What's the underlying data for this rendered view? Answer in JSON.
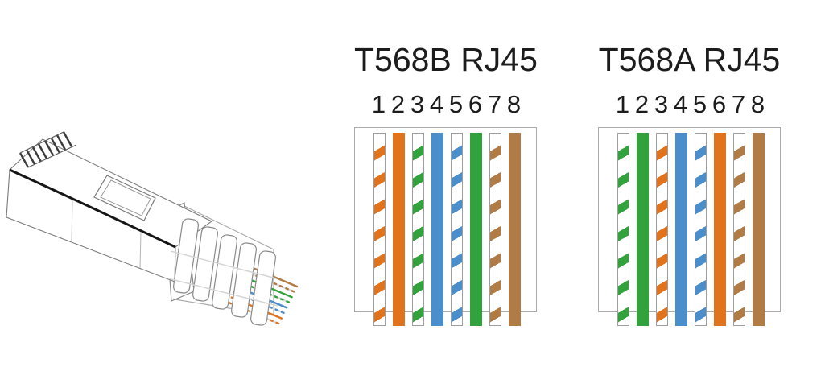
{
  "page": {
    "background": "#ffffff"
  },
  "colors": {
    "orange": "#E2731D",
    "green": "#31A23C",
    "blue": "#4A8FCB",
    "brown": "#B07B44",
    "wire_outline": "#9E9E9E",
    "box_border": "#ABABAB",
    "text": "#1C1C1C",
    "line_art": "#6A6A6A"
  },
  "connector": {
    "label": "rj45-plug-with-strain-relief-boot",
    "exit_wires": [
      {
        "name": "brown",
        "striped": false,
        "color": "#B07B44"
      },
      {
        "name": "white-brown",
        "striped": true,
        "color": "#B07B44"
      },
      {
        "name": "green",
        "striped": false,
        "color": "#31A23C"
      },
      {
        "name": "white-green",
        "striped": true,
        "color": "#31A23C"
      },
      {
        "name": "blue",
        "striped": false,
        "color": "#4A8FCB"
      },
      {
        "name": "white-blue",
        "striped": true,
        "color": "#4A8FCB"
      },
      {
        "name": "orange",
        "striped": false,
        "color": "#E2731D"
      },
      {
        "name": "white-orange",
        "striped": true,
        "color": "#E2731D"
      }
    ]
  },
  "diagrams": [
    {
      "id": "t568b",
      "title": "T568B RJ45",
      "pin_labels": [
        "1",
        "2",
        "3",
        "4",
        "5",
        "6",
        "7",
        "8"
      ],
      "wires": [
        {
          "name": "white-orange",
          "striped": true,
          "color": "#E2731D"
        },
        {
          "name": "orange",
          "striped": false,
          "color": "#E2731D"
        },
        {
          "name": "white-green",
          "striped": true,
          "color": "#31A23C"
        },
        {
          "name": "blue",
          "striped": false,
          "color": "#4A8FCB"
        },
        {
          "name": "white-blue",
          "striped": true,
          "color": "#4A8FCB"
        },
        {
          "name": "green",
          "striped": false,
          "color": "#31A23C"
        },
        {
          "name": "white-brown",
          "striped": true,
          "color": "#B07B44"
        },
        {
          "name": "brown",
          "striped": false,
          "color": "#B07B44"
        }
      ]
    },
    {
      "id": "t568a",
      "title": "T568A RJ45",
      "pin_labels": [
        "1",
        "2",
        "3",
        "4",
        "5",
        "6",
        "7",
        "8"
      ],
      "wires": [
        {
          "name": "white-green",
          "striped": true,
          "color": "#31A23C"
        },
        {
          "name": "green",
          "striped": false,
          "color": "#31A23C"
        },
        {
          "name": "white-orange",
          "striped": true,
          "color": "#E2731D"
        },
        {
          "name": "blue",
          "striped": false,
          "color": "#4A8FCB"
        },
        {
          "name": "white-blue",
          "striped": true,
          "color": "#4A8FCB"
        },
        {
          "name": "orange",
          "striped": false,
          "color": "#E2731D"
        },
        {
          "name": "white-brown",
          "striped": true,
          "color": "#B07B44"
        },
        {
          "name": "brown",
          "striped": false,
          "color": "#B07B44"
        }
      ]
    }
  ]
}
